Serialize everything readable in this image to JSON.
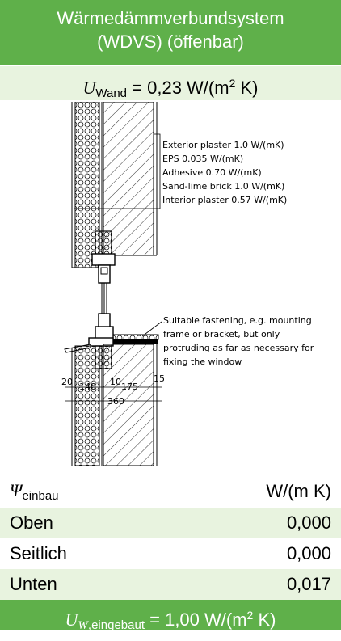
{
  "title": {
    "line1": "Wärmedämmverbundsystem",
    "line2": "(WDVS) (öffenbar)"
  },
  "u_wand": {
    "symbol": "U",
    "subscript": "Wand",
    "value": "= 0,23 W/(m",
    "sup": "2",
    "unit_end": " K)"
  },
  "diagram": {
    "layers": [
      "Exterior plaster 1.0 W/(mK)",
      "EPS 0.035 W/(mK)",
      "Adhesive 0.70 W/(mK)",
      "Sand-lime brick 1.0 W/(mK)",
      "Interior plaster 0.57 W/(mK)"
    ],
    "fastening_note": [
      "Suitable fastening, e.g. mounting",
      "frame or bracket, but only",
      "protruding as far as necessary for",
      "fixing the window"
    ],
    "dimensions": {
      "d20": "20",
      "d140": "140",
      "d10": "10",
      "d175": "175",
      "d15": "15",
      "d360": "360"
    }
  },
  "psi": {
    "symbol": "Ψ",
    "subscript": "einbau",
    "unit": "W/(m K)"
  },
  "rows": [
    {
      "label": "Oben",
      "value": "0,000"
    },
    {
      "label": "Seitlich",
      "value": "0,000"
    },
    {
      "label": "Unten",
      "value": "0,017"
    }
  ],
  "u_w": {
    "symbol": "U",
    "subscript_w": "W",
    "subscript_rest": ",eingebaut",
    "value": "= 1,00 W/(m",
    "sup": "2",
    "unit_end": " K)"
  },
  "colors": {
    "header_green": "#5fb04a",
    "row_tint": "#e8f3df"
  }
}
